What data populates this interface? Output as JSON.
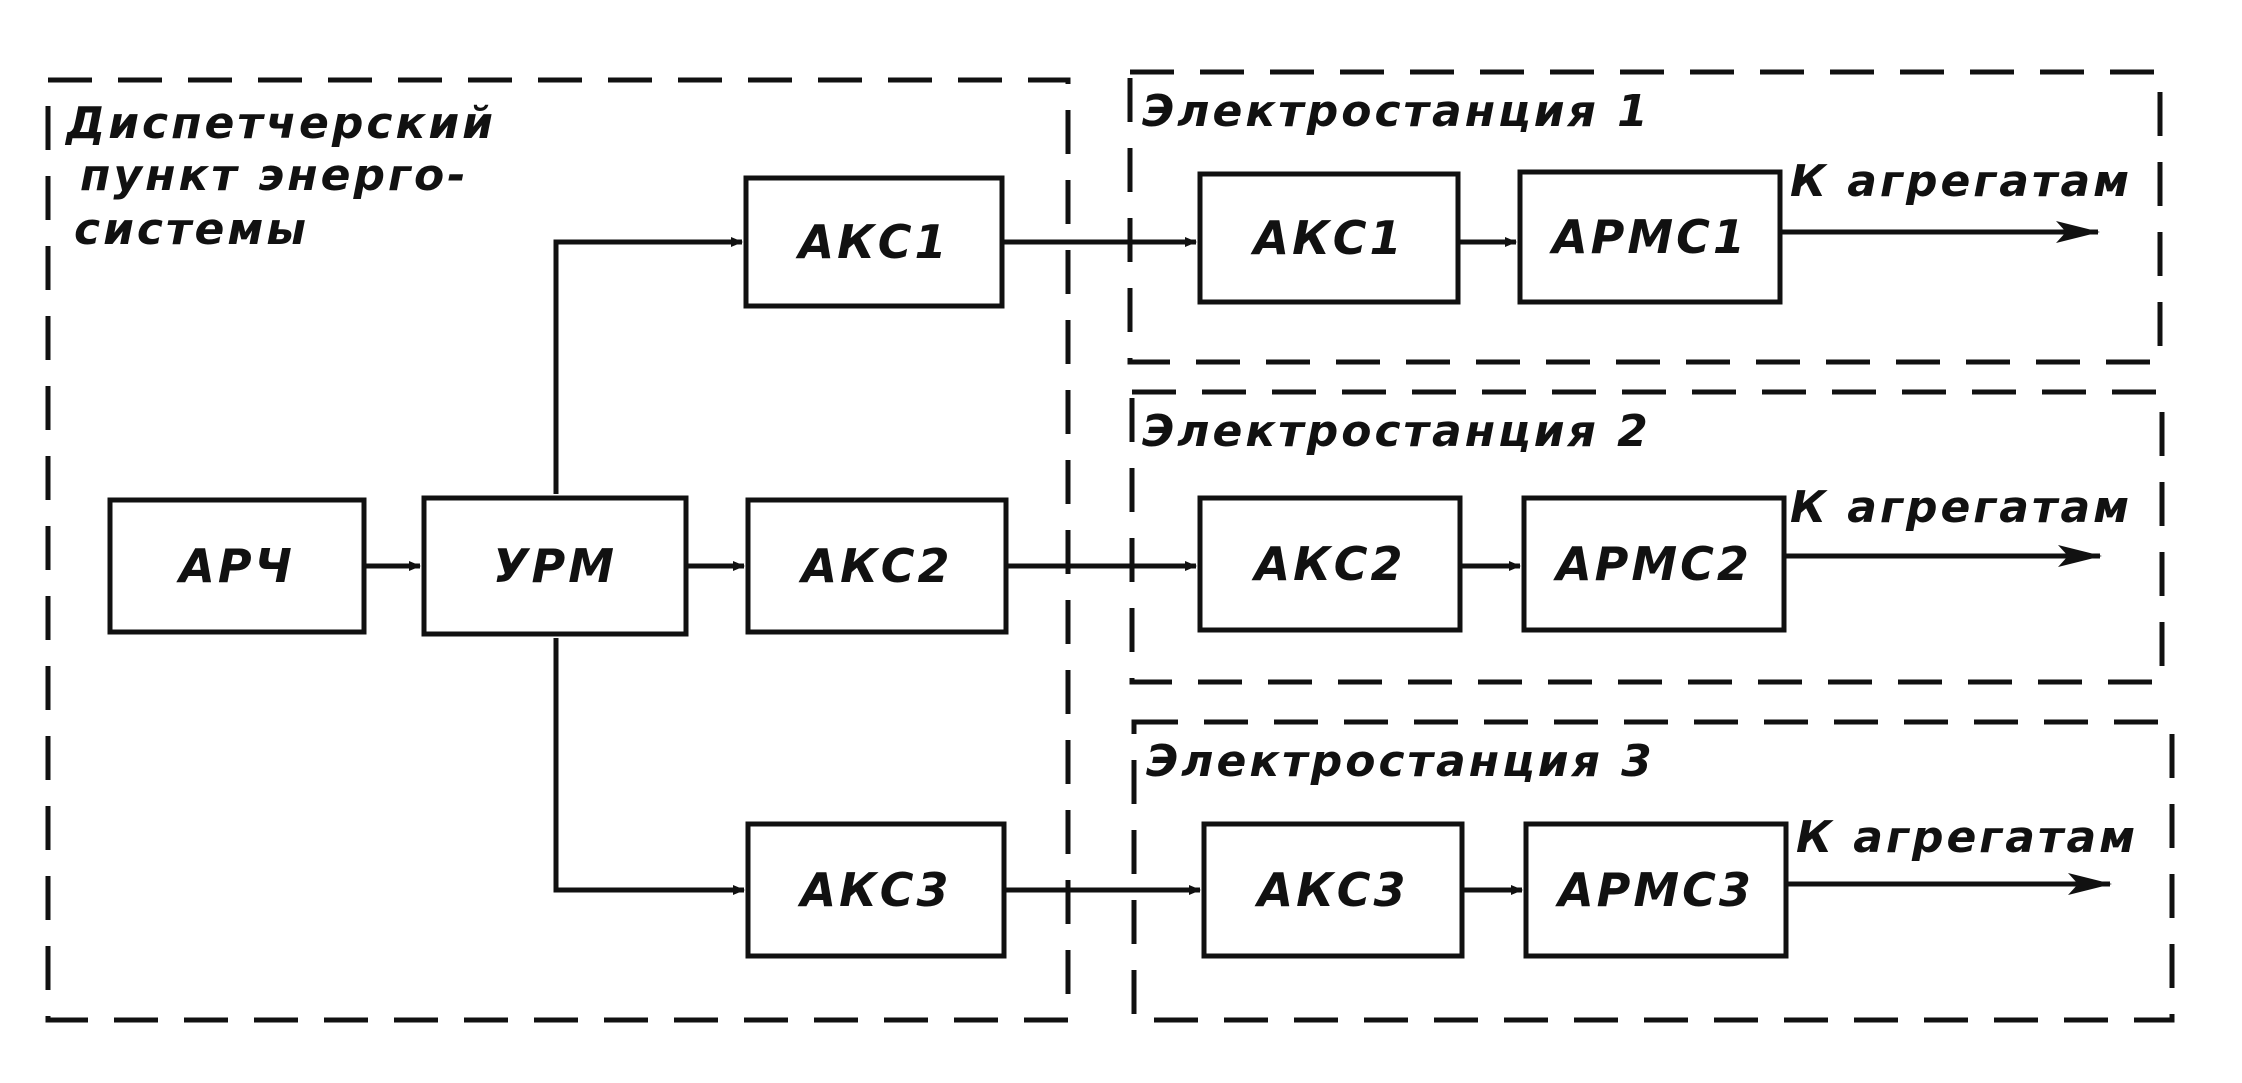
{
  "diagram": {
    "dispatch_label": [
      "Диспетчерский",
      "пункт энерго-",
      "системы"
    ],
    "blocks": {
      "arch": "АРЧ",
      "urm": "УРМ",
      "aks1_left": "АКС1",
      "aks2_left": "АКС2",
      "aks3_left": "АКС3",
      "aks1_right": "АКС1",
      "aks2_right": "АКС2",
      "aks3_right": "АКС3",
      "arms1": "АРМС1",
      "arms2": "АРМС2",
      "arms3": "АРМС3"
    },
    "stations": [
      {
        "title": "Электростанция 1",
        "output": "К агрегатам"
      },
      {
        "title": "Электростанция 2",
        "output": "К агрегатам"
      },
      {
        "title": "Электростанция 3",
        "output": "К агрегатам"
      }
    ]
  }
}
